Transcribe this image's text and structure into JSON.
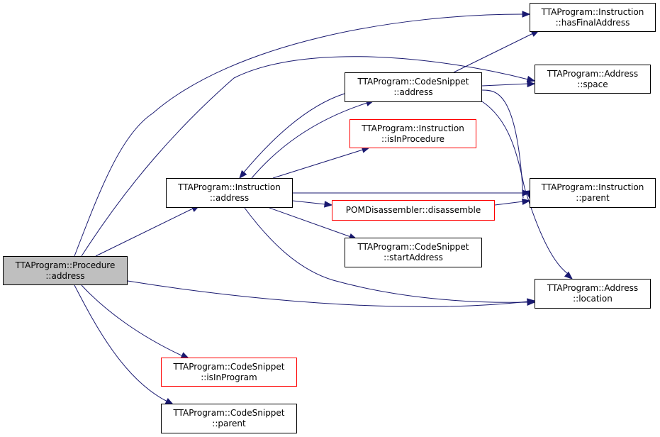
{
  "colors": {
    "edge": "#191970",
    "root_fill": "#bfbfbf",
    "node_border": "#000000",
    "highlight_border": "#ff0000"
  },
  "nodes": {
    "procedure_address": {
      "line1": "TTAProgram::Procedure",
      "line2": "::address"
    },
    "instruction_address": {
      "line1": "TTAProgram::Instruction",
      "line2": "::address"
    },
    "codesnippet_address": {
      "line1": "TTAProgram::CodeSnippet",
      "line2": "::address"
    },
    "instruction_has_final_address": {
      "line1": "TTAProgram::Instruction",
      "line2": "::hasFinalAddress"
    },
    "address_space": {
      "line1": "TTAProgram::Address",
      "line2": "::space"
    },
    "instruction_is_in_procedure": {
      "line1": "TTAProgram::Instruction",
      "line2": "::isInProcedure"
    },
    "instruction_parent": {
      "line1": "TTAProgram::Instruction",
      "line2": "::parent"
    },
    "pom_disassemble": {
      "line1": "POMDisassembler::disassemble"
    },
    "codesnippet_start_address": {
      "line1": "TTAProgram::CodeSnippet",
      "line2": "::startAddress"
    },
    "address_location": {
      "line1": "TTAProgram::Address",
      "line2": "::location"
    },
    "codesnippet_is_in_program": {
      "line1": "TTAProgram::CodeSnippet",
      "line2": "::isInProgram"
    },
    "codesnippet_parent": {
      "line1": "TTAProgram::CodeSnippet",
      "line2": "::parent"
    }
  }
}
